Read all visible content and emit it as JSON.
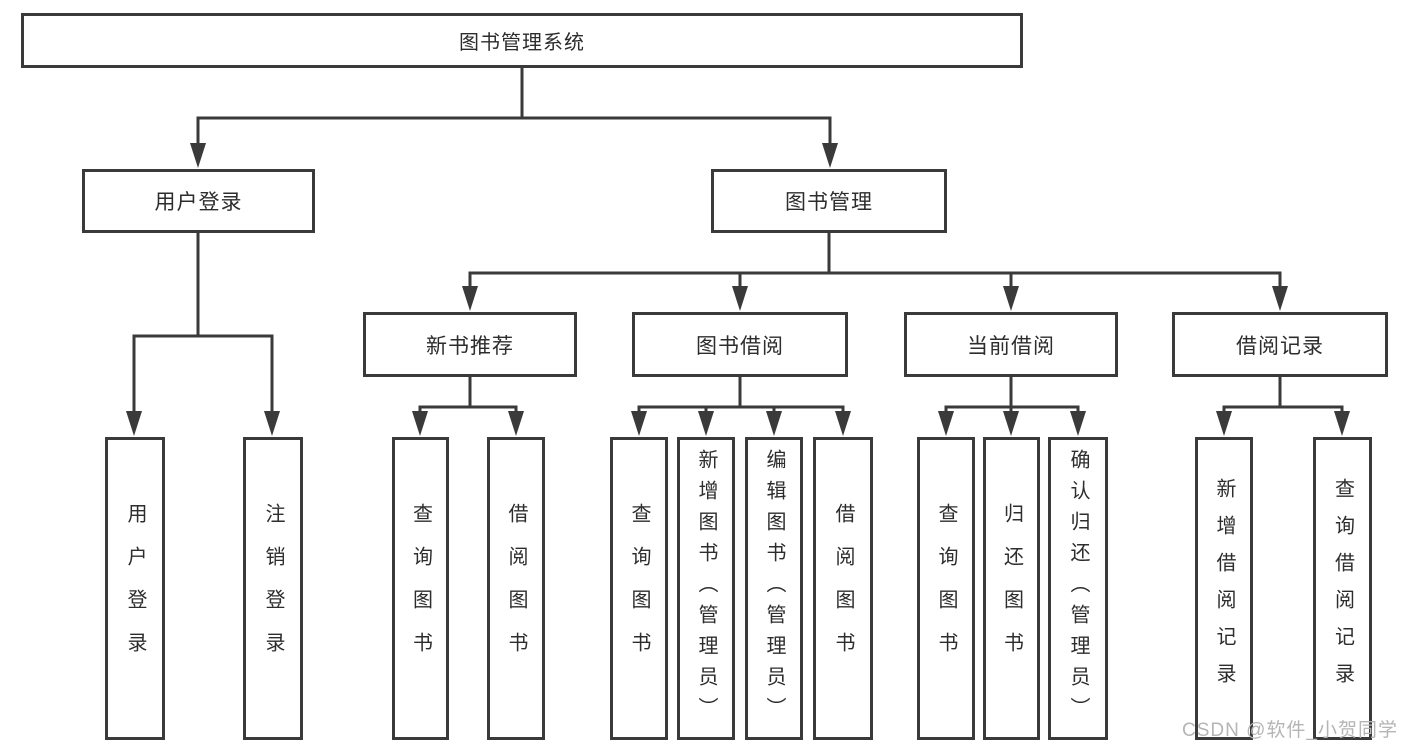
{
  "tree": {
    "root": {
      "label": "图书管理系统",
      "children": [
        {
          "label": "用户登录",
          "children": [
            {
              "label": "用户登录"
            },
            {
              "label": "注销登录"
            }
          ]
        },
        {
          "label": "图书管理",
          "children": [
            {
              "label": "新书推荐",
              "children": [
                {
                  "label": "查询图书"
                },
                {
                  "label": "借阅图书"
                }
              ]
            },
            {
              "label": "图书借阅",
              "children": [
                {
                  "label": "查询图书"
                },
                {
                  "label": "新增图书（管理员）"
                },
                {
                  "label": "编辑图书（管理员）"
                },
                {
                  "label": "借阅图书"
                }
              ]
            },
            {
              "label": "当前借阅",
              "children": [
                {
                  "label": "查询图书"
                },
                {
                  "label": "归还图书"
                },
                {
                  "label": "确认归还（管理员）"
                }
              ]
            },
            {
              "label": "借阅记录",
              "children": [
                {
                  "label": "新增借阅记录"
                },
                {
                  "label": "查询借阅记录"
                }
              ]
            }
          ]
        }
      ]
    }
  },
  "watermark": "CSDN @软件_小贺同学",
  "colors": {
    "line": "#3a3a3a",
    "text": "#2d2d2d",
    "box_bg": "#ffffff",
    "background": "#ffffff",
    "watermark": "#b5b5b5"
  }
}
